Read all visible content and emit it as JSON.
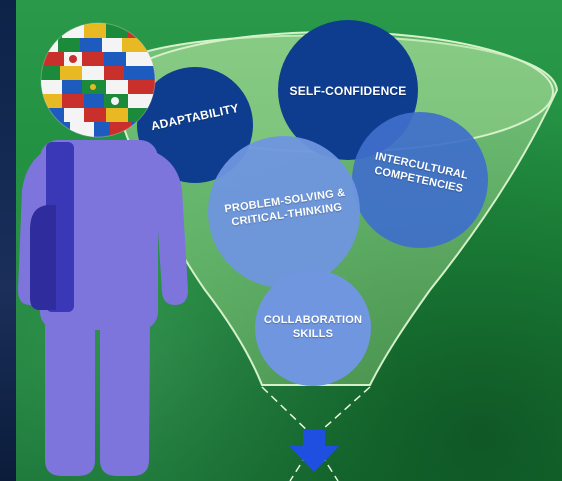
{
  "diagram": {
    "bubbles": [
      {
        "key": "adaptability",
        "label": "ADAPTABILITY"
      },
      {
        "key": "self_confidence",
        "label": "SELF-CONFIDENCE"
      },
      {
        "key": "intercultural",
        "label": "INTERCULTURAL COMPETENCIES"
      },
      {
        "key": "problem_solving",
        "label": "PROBLEM-SOLVING & CRITICAL-THINKING"
      },
      {
        "key": "collaboration",
        "label": "COLLABORATION SKILLS"
      }
    ]
  },
  "colors": {
    "background": "#1f8d3f",
    "dark_blue": "#0e3d8f",
    "light_blue": "#6f96df",
    "person": "#7d74dc",
    "bag": "#3b38b8",
    "arrow": "#1e4fe0",
    "funnel": "#9ad58f"
  },
  "icons": {
    "person": "person-silhouette-icon",
    "globe": "flag-globe-icon",
    "arrow": "arrow-down-icon"
  }
}
